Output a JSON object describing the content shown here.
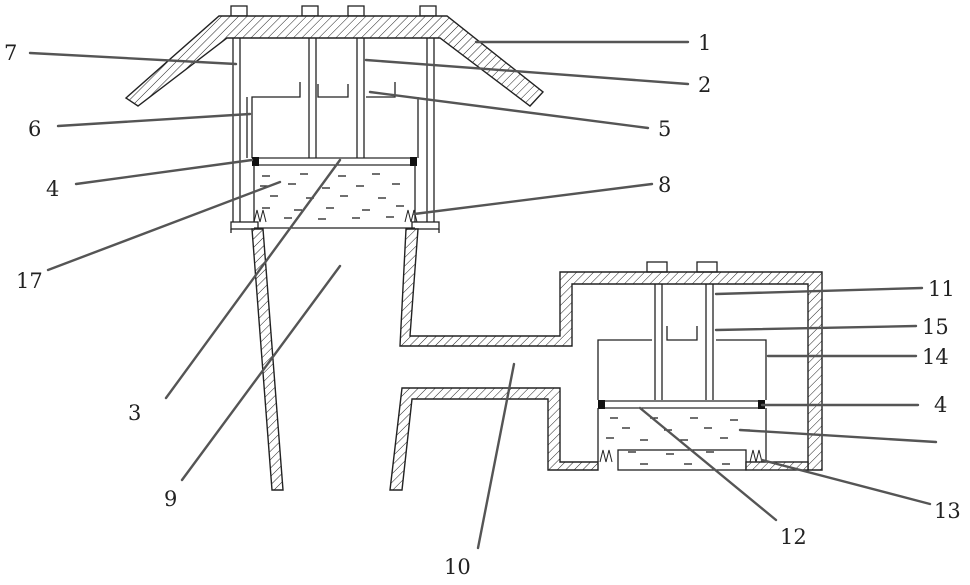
{
  "labels": {
    "l1": "1",
    "l2": "2",
    "l3": "3",
    "l4a": "4",
    "l4b": "4",
    "l5": "5",
    "l6": "6",
    "l7": "7",
    "l8": "8",
    "l9": "9",
    "l10": "10",
    "l11": "11",
    "l12": "12",
    "l13": "13",
    "l14": "14",
    "l15": "15",
    "l17": "17"
  },
  "colors": {
    "line": "#222222",
    "leader": "#555555",
    "background": "#ffffff"
  }
}
